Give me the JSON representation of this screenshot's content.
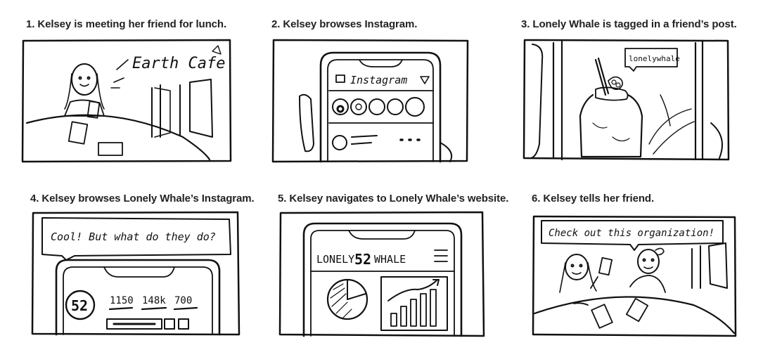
{
  "panels": [
    {
      "caption": "1. Kelsey is meeting her friend for lunch.",
      "sign_text": "Earth Cafe"
    },
    {
      "caption": "2. Kelsey browses Instagram.",
      "app_title": "Instagram"
    },
    {
      "caption": "3. Lonely Whale is tagged in a friend’s post.",
      "tag_text": "lonelywhale"
    },
    {
      "caption": "4. Kelsey browses Lonely Whale’s Instagram.",
      "speech": "Cool! But what do they do?",
      "logo": "52",
      "stats": [
        "1150",
        "148k",
        "700"
      ]
    },
    {
      "caption": "5. Kelsey navigates to Lonely Whale’s website.",
      "site_left": "LONELY",
      "site_logo": "52",
      "site_right": "WHALE"
    },
    {
      "caption": "6. Kelsey tells her friend.",
      "speech": "Check out this organization!"
    }
  ]
}
